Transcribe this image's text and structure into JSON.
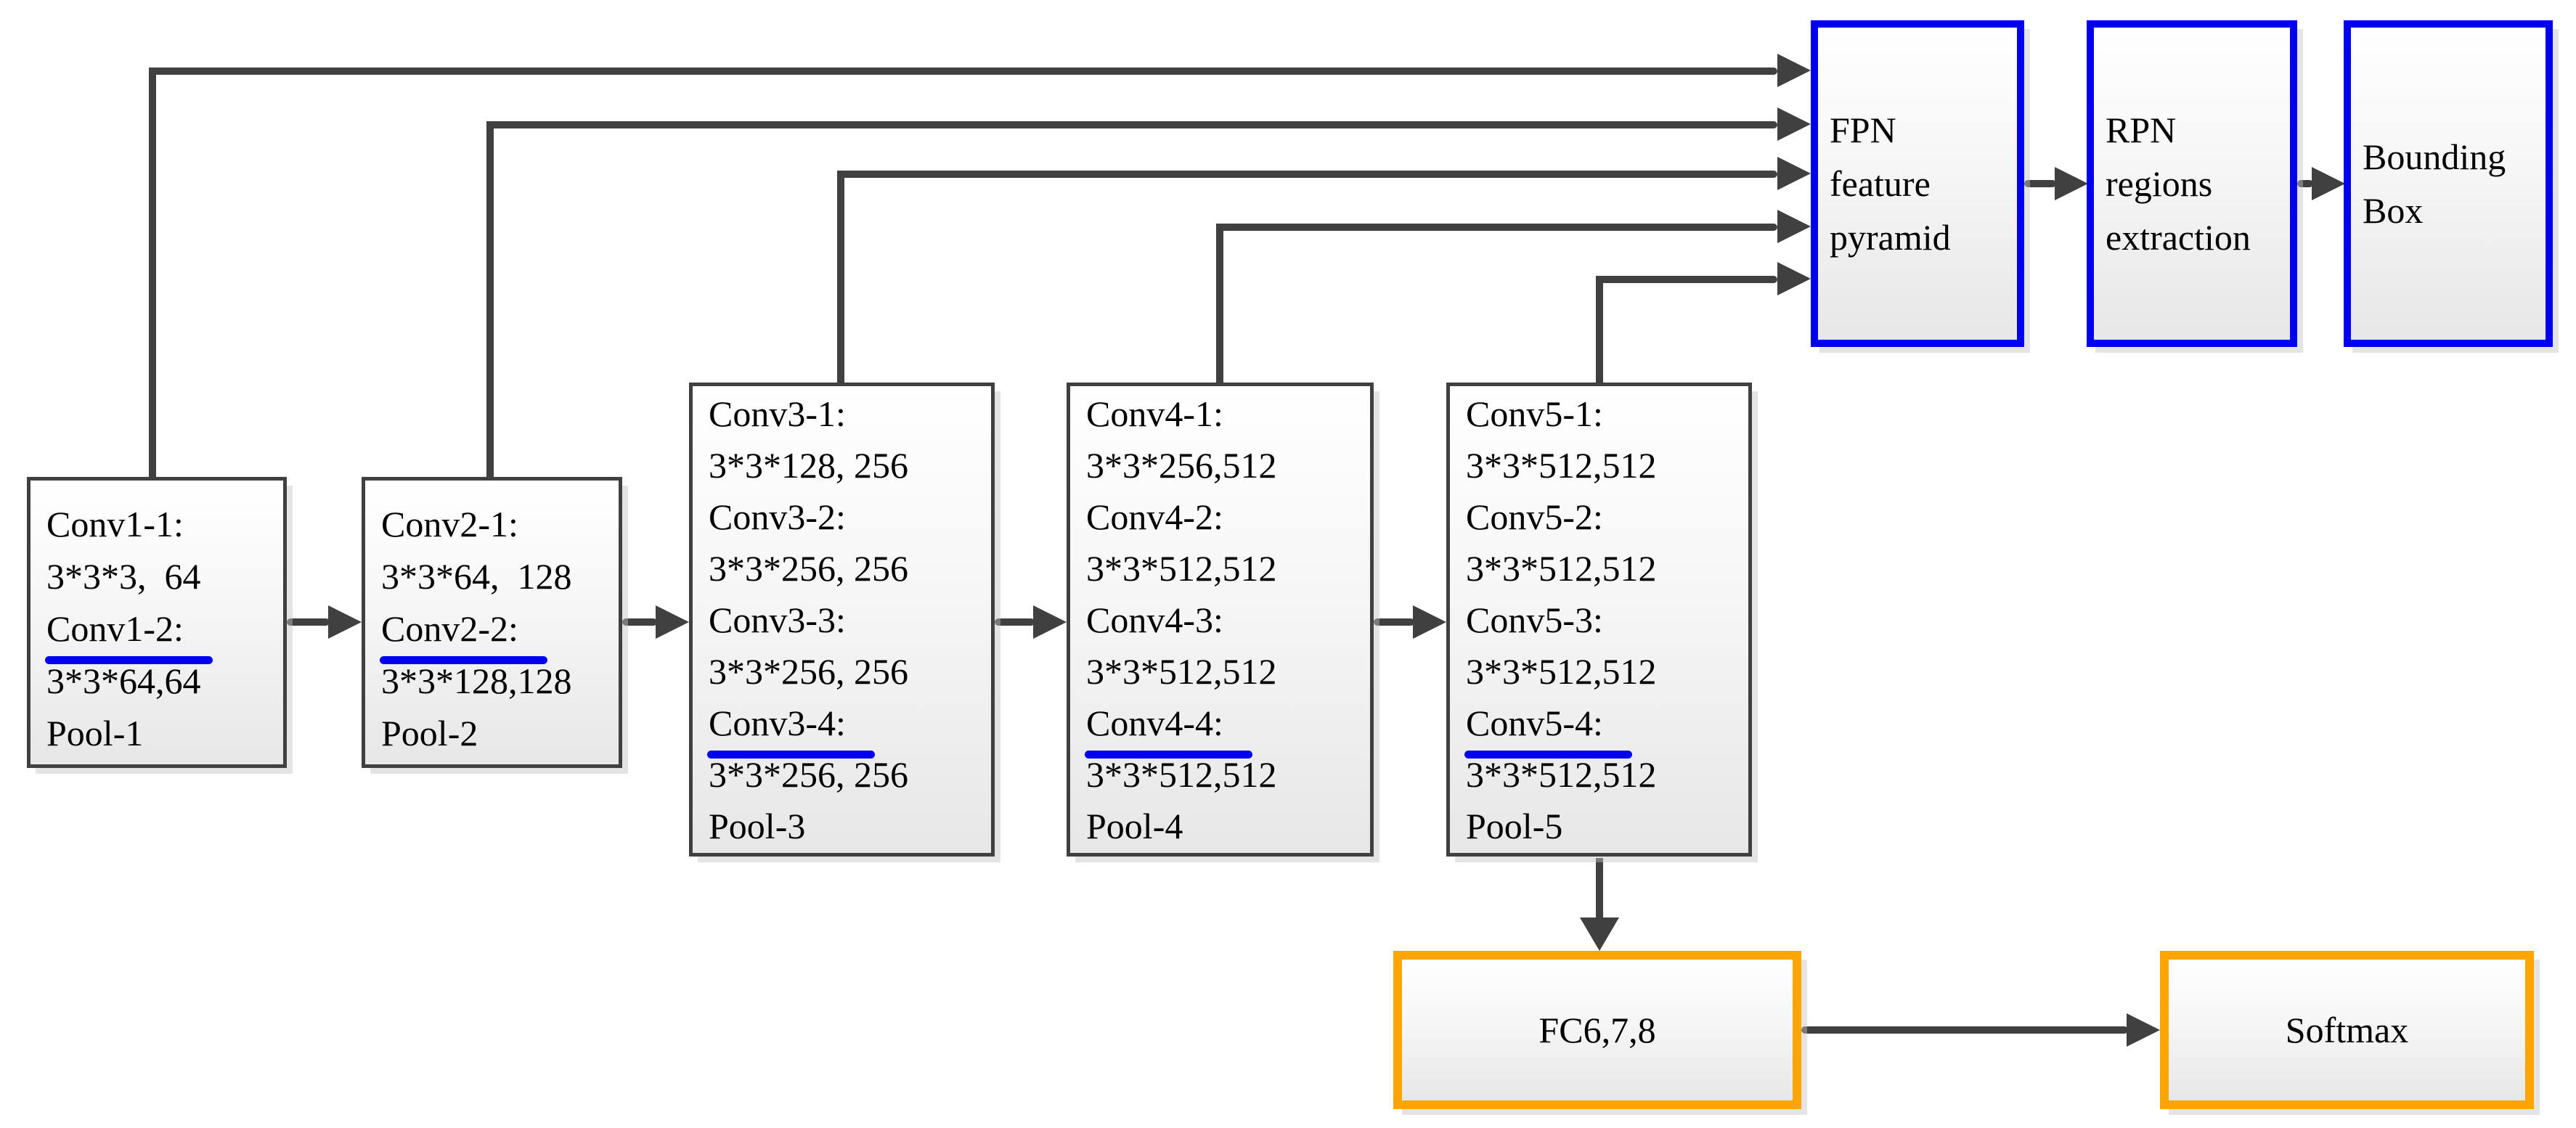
{
  "colors": {
    "box_border_gray": "#404040",
    "arrow_gray": "#404040",
    "stage_border_blue": "#0000ee",
    "underline_blue": "#0000ee",
    "output_border_orange": "#ffa500"
  },
  "conv_blocks": [
    {
      "name": "conv-stage-1",
      "lines": [
        {
          "text": "Conv1-1:",
          "underlined": false
        },
        {
          "text": "3*3*3,  64",
          "underlined": false
        },
        {
          "text": "Conv1-2:",
          "underlined": true
        },
        {
          "text": "3*3*64,64",
          "underlined": false
        },
        {
          "text": "Pool-1",
          "underlined": false
        }
      ]
    },
    {
      "name": "conv-stage-2",
      "lines": [
        {
          "text": "Conv2-1:",
          "underlined": false
        },
        {
          "text": "3*3*64,  128",
          "underlined": false
        },
        {
          "text": "Conv2-2:",
          "underlined": true
        },
        {
          "text": "3*3*128,128",
          "underlined": false
        },
        {
          "text": "Pool-2",
          "underlined": false
        }
      ]
    },
    {
      "name": "conv-stage-3",
      "lines": [
        {
          "text": "Conv3-1:",
          "underlined": false
        },
        {
          "text": "3*3*128, 256",
          "underlined": false
        },
        {
          "text": "Conv3-2:",
          "underlined": false
        },
        {
          "text": "3*3*256, 256",
          "underlined": false
        },
        {
          "text": "Conv3-3:",
          "underlined": false
        },
        {
          "text": "3*3*256, 256",
          "underlined": false
        },
        {
          "text": "Conv3-4:",
          "underlined": true
        },
        {
          "text": "3*3*256, 256",
          "underlined": false
        },
        {
          "text": "Pool-3",
          "underlined": false
        }
      ]
    },
    {
      "name": "conv-stage-4",
      "lines": [
        {
          "text": "Conv4-1:",
          "underlined": false
        },
        {
          "text": "3*3*256,512",
          "underlined": false
        },
        {
          "text": "Conv4-2:",
          "underlined": false
        },
        {
          "text": "3*3*512,512",
          "underlined": false
        },
        {
          "text": "Conv4-3:",
          "underlined": false
        },
        {
          "text": "3*3*512,512",
          "underlined": false
        },
        {
          "text": "Conv4-4:",
          "underlined": true
        },
        {
          "text": "3*3*512,512",
          "underlined": false
        },
        {
          "text": "Pool-4",
          "underlined": false
        }
      ]
    },
    {
      "name": "conv-stage-5",
      "lines": [
        {
          "text": "Conv5-1:",
          "underlined": false
        },
        {
          "text": "3*3*512,512",
          "underlined": false
        },
        {
          "text": "Conv5-2:",
          "underlined": false
        },
        {
          "text": "3*3*512,512",
          "underlined": false
        },
        {
          "text": "Conv5-3:",
          "underlined": false
        },
        {
          "text": "3*3*512,512",
          "underlined": false
        },
        {
          "text": "Conv5-4:",
          "underlined": true
        },
        {
          "text": "3*3*512,512",
          "underlined": false
        },
        {
          "text": "Pool-5",
          "underlined": false
        }
      ]
    }
  ],
  "head_blocks": [
    {
      "name": "fpn",
      "lines": [
        "FPN",
        "feature",
        "pyramid"
      ]
    },
    {
      "name": "rpn",
      "lines": [
        "RPN",
        "regions",
        "extraction"
      ]
    },
    {
      "name": "bounding-box",
      "lines": [
        "Bounding",
        "Box"
      ]
    }
  ],
  "output_blocks": [
    {
      "name": "fc",
      "label": "FC6,7,8"
    },
    {
      "name": "softmax",
      "label": "Softmax"
    }
  ]
}
